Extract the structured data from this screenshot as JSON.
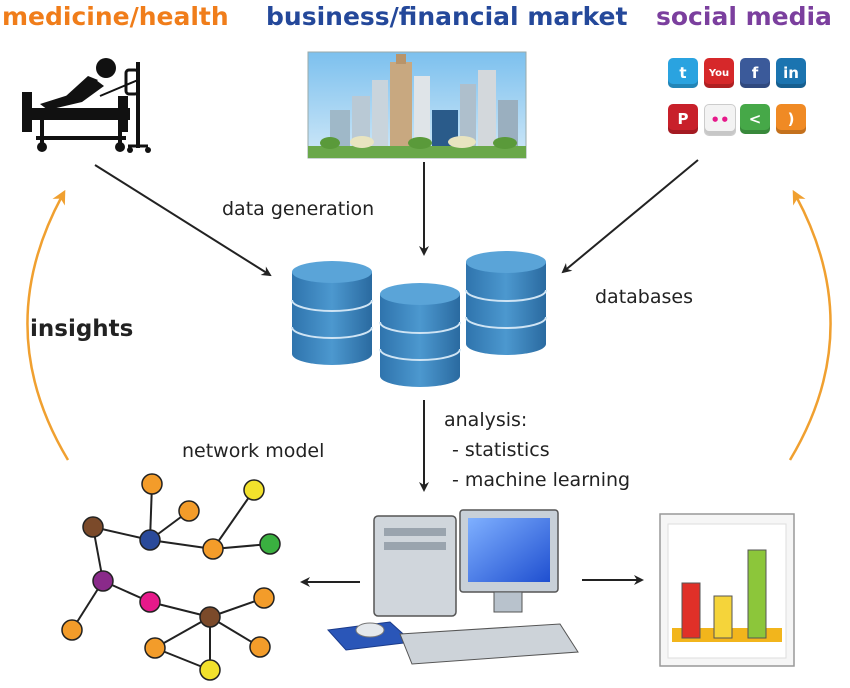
{
  "colors": {
    "medicine": "#f07d1a",
    "business": "#24489a",
    "social": "#7b3f9e",
    "arrow": "#222222",
    "cycle_arrow": "#f0a030",
    "database": "#3f87bf"
  },
  "titles": {
    "medicine": "medicine/health",
    "business": "business/financial market",
    "social": "social media"
  },
  "labels": {
    "data_generation": "data generation",
    "databases": "databases",
    "insights": "insights",
    "network_model": "network model",
    "analysis": "analysis:",
    "analysis_items": [
      "- statistics",
      "- machine learning"
    ]
  },
  "social_icons": [
    {
      "name": "twitter-icon",
      "glyph": "t",
      "color": "#2aa3e0"
    },
    {
      "name": "youtube-icon",
      "glyph": "You",
      "color": "#d6282a"
    },
    {
      "name": "facebook-icon",
      "glyph": "f",
      "color": "#3b5a9a"
    },
    {
      "name": "linkedin-icon",
      "glyph": "in",
      "color": "#1b74b0"
    },
    {
      "name": "pinterest-icon",
      "glyph": "P",
      "color": "#c8202a"
    },
    {
      "name": "flickr-icon",
      "glyph": "••",
      "color": "#f3f3f3"
    },
    {
      "name": "share-icon",
      "glyph": "<",
      "color": "#46a848"
    },
    {
      "name": "rss-icon",
      "glyph": ")",
      "color": "#f08a24"
    }
  ],
  "network": {
    "node_colors": [
      "#f39c2a",
      "#7b4a2a",
      "#2a4a9a",
      "#3ab040",
      "#f2e12c",
      "#8a2a8a",
      "#e6198a"
    ]
  },
  "bar_chart": {
    "values": [
      0.55,
      0.42,
      0.88
    ],
    "colors": [
      "#e03028",
      "#f5d43a",
      "#8cc63a"
    ]
  }
}
